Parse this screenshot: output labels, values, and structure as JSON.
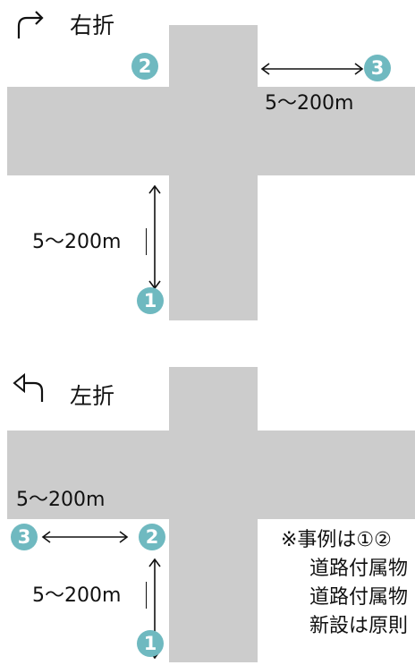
{
  "colors": {
    "road": "#cccccc",
    "marker": "#6fb9c0",
    "text": "#111111"
  },
  "right_turn": {
    "icon": "turn-right-arrow-icon",
    "title": "右折",
    "distance_top": "5～200m",
    "distance_left": "5～200m",
    "markers": {
      "one": "1",
      "two": "2",
      "three": "3"
    }
  },
  "left_turn": {
    "icon": "turn-left-arrow-icon",
    "title": "左折",
    "distance_top": "5～200m",
    "distance_left": "5～200m",
    "markers": {
      "one": "1",
      "two": "2",
      "three": "3"
    }
  },
  "note": {
    "line1": "※事例は①②",
    "line2": "道路付属物",
    "line3": "道路付属物",
    "line4": "新設は原則"
  }
}
